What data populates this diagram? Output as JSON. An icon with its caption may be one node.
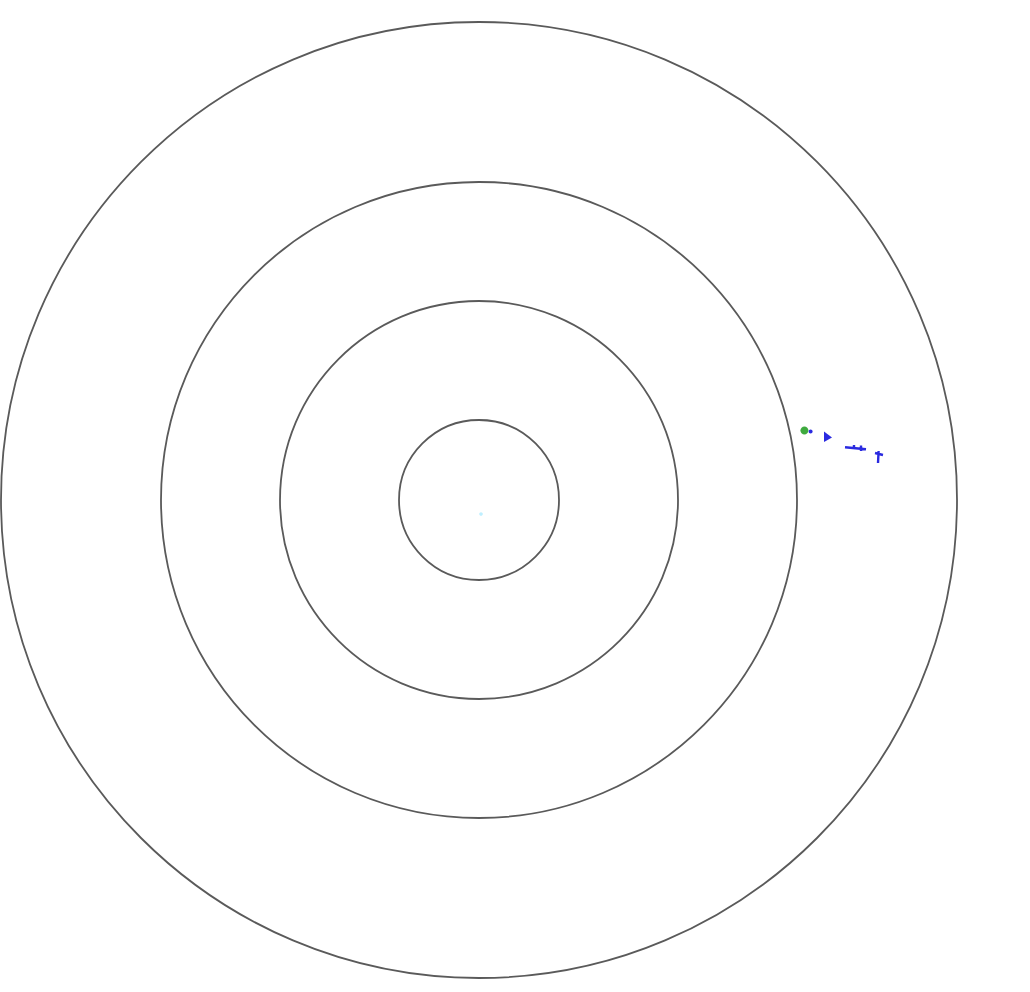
{
  "diagram": {
    "nodes": [
      {
        "text": [],
        "shape": "circle"
      },
      {
        "text": [],
        "shape": "circle",
        "in": 0
      },
      {
        "text": [],
        "shape": "circle",
        "in": 1
      },
      {
        "text": [],
        "shape": "circle",
        "in": 2
      }
    ]
  }
}
